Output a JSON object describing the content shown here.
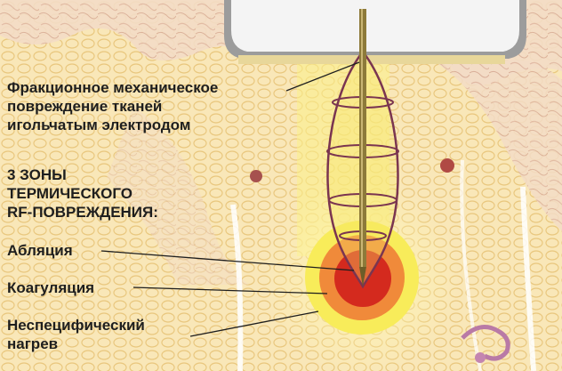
{
  "labels": {
    "needle_damage": [
      "Фракционное механическое",
      "повреждение тканей",
      "игольчатым электродом"
    ],
    "zones_heading": [
      "3 ЗОНЫ",
      "ТЕРМИЧЕСКОГО",
      "RF-ПОВРЕЖДЕНИЯ:"
    ],
    "ablation": "Абляция",
    "coagulation": "Коагуляция",
    "nonspecific_heating": [
      "Неспецифический",
      "нагрев"
    ]
  },
  "colors": {
    "skin": "#f7e6b4",
    "ablation_zone": "#d42a1e",
    "coagulation_zone": "#f08a3a",
    "nonspecific_zone": "#f8ec5a",
    "device_housing": "#9a9a9a",
    "needle": "#8d7a3a",
    "dome_outline": "#7a3550"
  }
}
